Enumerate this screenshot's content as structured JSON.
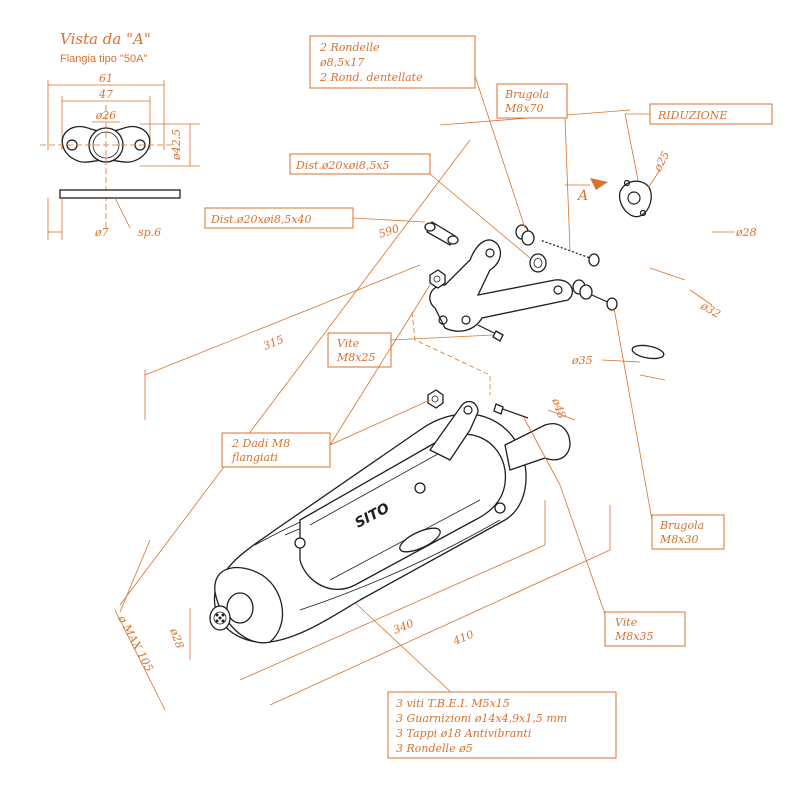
{
  "view": {
    "title": "Vista da \"A\"",
    "subtitle": "Flangia tipo \"50A\"",
    "dims": {
      "width_61": "61",
      "width_47": "47",
      "dia_26": "ø26",
      "height_42_5": "ø42.5",
      "hole_7": "ø7",
      "thickness": "sp.6"
    }
  },
  "labels": {
    "rondelle": [
      "2  Rondelle",
      "ø8,5x17",
      "2  Rond.  dentellate"
    ],
    "brugola_top": [
      "Brugola",
      "M8x70"
    ],
    "riduzione": "RIDUZIONE",
    "dist_small": "Dist.ø20xøi8,5x5",
    "dist_long": "Dist.ø20xøi8,5x40",
    "vite_m8x25": [
      "Vite",
      "M8x25"
    ],
    "dadi": [
      "2  Dadi  M8",
      "flangiati"
    ],
    "brugola_bottom": [
      "Brugola",
      "M8x30"
    ],
    "vite_m8x35": [
      "Vite",
      "M8x35"
    ],
    "kit": [
      "3  viti  T.B.E.I.  M5x15",
      "3  Guarnizioni  ø14x4,9x1,5  mm",
      "3  Tappi  ø18  Antivibranti",
      "3  Rondelle  ø5"
    ]
  },
  "dimensions": {
    "d590": "590",
    "d315": "315",
    "d340": "340",
    "d410": "410",
    "d25": "ø25",
    "d28_top": "ø28",
    "d32": "ø32",
    "d35": "ø35",
    "d48": "ø48",
    "d28_outlet": "ø28",
    "dmax": "ø MAX 105",
    "view_marker": "A"
  },
  "brand": "SITO",
  "colors": {
    "annotation": "#d9722f",
    "line_art": "#1f1f1f",
    "background": "#ffffff"
  }
}
